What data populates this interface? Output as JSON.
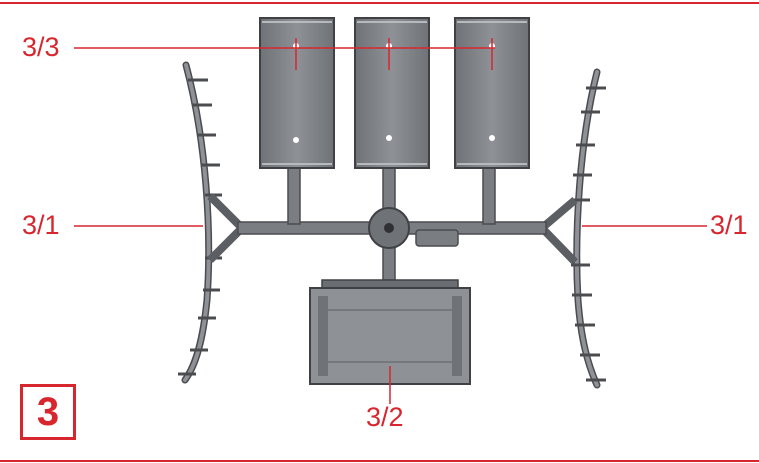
{
  "step_number": "3",
  "callouts": {
    "top_left": "3/3",
    "mid_left": "3/1",
    "mid_right": "3/1",
    "bottom": "3/2"
  },
  "colors": {
    "accent": "#d7262e",
    "part": "#8b8e92",
    "part_edge": "#4a4c50",
    "background": "#ffffff"
  }
}
